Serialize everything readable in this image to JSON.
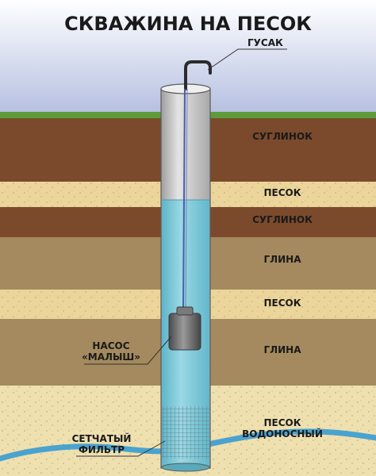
{
  "title": "СКВАЖИНА НА ПЕСОК",
  "labels": {
    "gooseneck": "ГУСАК",
    "pump_line1": "НАСОС",
    "pump_line2": "«МАЛЫШ»",
    "filter_line1": "СЕТЧАТЫЙ",
    "filter_line2": "ФИЛЬТР"
  },
  "layers": [
    {
      "name": "СУГЛИНОК",
      "color": "#7b4a2c"
    },
    {
      "name": "ПЕСОК",
      "color": "#ecd59b"
    },
    {
      "name": "СУГЛИНОК",
      "color": "#7b4a2c"
    },
    {
      "name": "ГЛИНА",
      "color": "#a48a5e"
    },
    {
      "name": "ПЕСОК",
      "color": "#ecd59b"
    },
    {
      "name": "ГЛИНА",
      "color": "#a48a5e"
    },
    {
      "name": "ПЕСОК",
      "color": "#efe0b0"
    }
  ],
  "aquifer_label_line1": "ПЕСОК",
  "aquifer_label_line2": "ВОДОНОСНЫЙ",
  "colors": {
    "sky": "#b9c2e2",
    "grass": "#5e9b3a",
    "water": "#7cc7d6",
    "aquifer_stream": "#4aa3cf",
    "casing": "#c8c8c8",
    "pump": "#6d6d6d"
  }
}
